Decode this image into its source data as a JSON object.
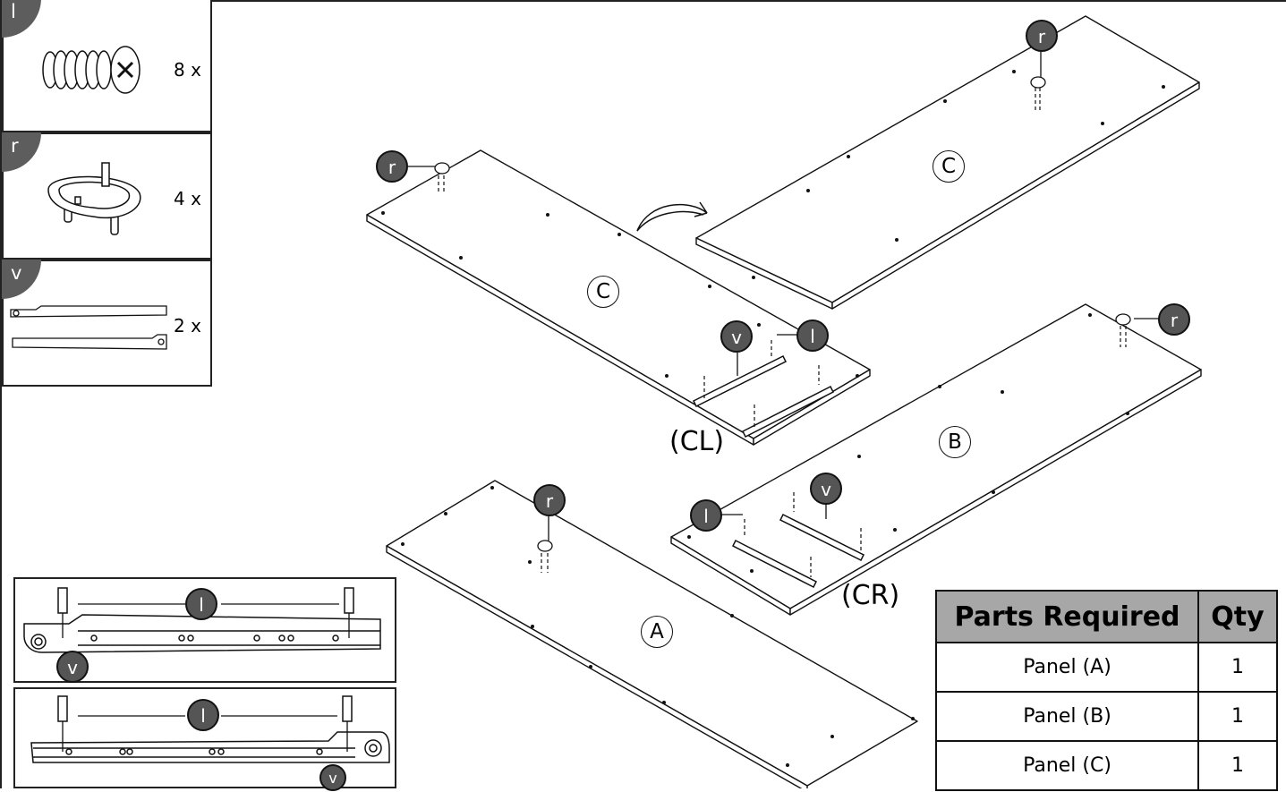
{
  "hardware": [
    {
      "letter": "l",
      "name": "screw-icon",
      "qty": "8 x"
    },
    {
      "letter": "r",
      "name": "cam-lock-icon",
      "qty": "4 x"
    },
    {
      "letter": "v",
      "name": "drawer-slide-icon",
      "qty": "2 x"
    }
  ],
  "panel_letters": {
    "a": "A",
    "b": "B",
    "c1": "C",
    "c2": "C"
  },
  "labels": {
    "cl": "(CL)",
    "cr": "(CR)"
  },
  "callouts": {
    "r": "r",
    "l": "l",
    "v": "v"
  },
  "parts_table": {
    "headers": [
      "Parts Required",
      "Qty"
    ],
    "rows": [
      {
        "part": "Panel (A)",
        "qty": "1"
      },
      {
        "part": "Panel (B)",
        "qty": "1"
      },
      {
        "part": "Panel (C)",
        "qty": "1"
      }
    ]
  },
  "colors": {
    "badge": "#555555",
    "header": "#a7a7a7",
    "line": "#111111"
  }
}
